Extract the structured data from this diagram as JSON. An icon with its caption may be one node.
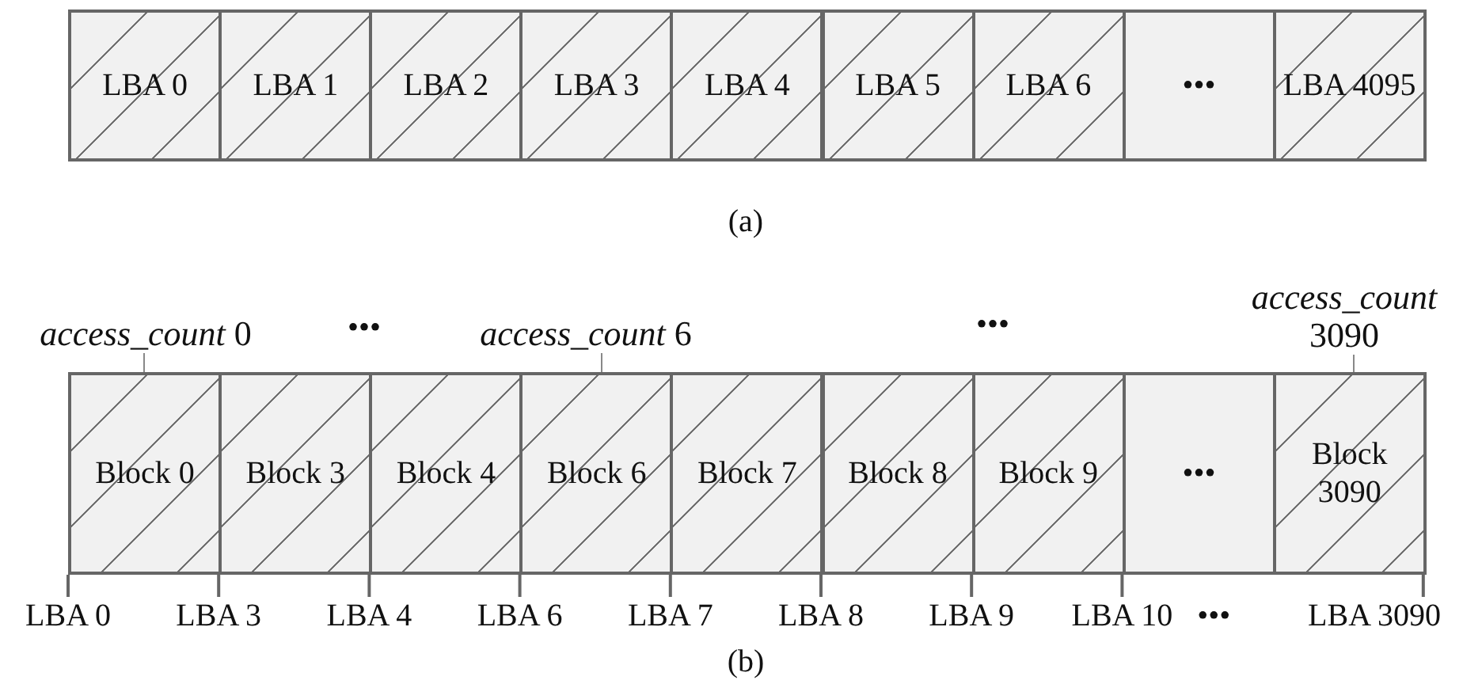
{
  "diagram": {
    "nodes": [
      {
        "text": [
          "LBA 0"
        ]
      },
      {
        "text": [
          "LBA 1"
        ]
      },
      {
        "text": [
          "LBA 2"
        ]
      },
      {
        "text": [
          "LBA 3"
        ]
      },
      {
        "text": [
          "LBA 4"
        ]
      },
      {
        "text": [
          "LBA 5"
        ]
      },
      {
        "text": [
          "LBA 6"
        ]
      },
      {
        "text": [
          "•••"
        ]
      },
      {
        "text": [
          "LBA 4095"
        ]
      },
      {
        "text": [
          "*access_count* 0"
        ]
      },
      {
        "text": [
          "*access_count* 6"
        ]
      },
      {
        "text": [
          "*access_count* 3090"
        ]
      },
      {
        "text": [
          "Block 0"
        ]
      },
      {
        "text": [
          "Block 3"
        ]
      },
      {
        "text": [
          "Block 4"
        ]
      },
      {
        "text": [
          "Block 6"
        ]
      },
      {
        "text": [
          "Block 7"
        ]
      },
      {
        "text": [
          "Block 8"
        ]
      },
      {
        "text": [
          "Block 9"
        ]
      },
      {
        "text": [
          "•••"
        ]
      },
      {
        "text": [
          "Block 3090"
        ]
      },
      {
        "text": [
          "LBA 0"
        ]
      },
      {
        "text": [
          "LBA 3"
        ]
      },
      {
        "text": [
          "LBA 4"
        ]
      },
      {
        "text": [
          "LBA 6"
        ]
      },
      {
        "text": [
          "LBA 7"
        ]
      },
      {
        "text": [
          "LBA 8"
        ]
      },
      {
        "text": [
          "LBA 9"
        ]
      },
      {
        "text": [
          "LBA 10"
        ]
      },
      {
        "text": [
          "LBA 3090"
        ]
      }
    ],
    "edges": [
      {
        "from": 9,
        "to": 12,
        "arrow": "none"
      },
      {
        "from": 10,
        "to": 15,
        "arrow": "none"
      },
      {
        "from": 11,
        "to": 20,
        "arrow": "none"
      },
      {
        "from": 21,
        "to": 12,
        "arrow": "none"
      },
      {
        "from": 22,
        "to": 13,
        "arrow": "none"
      },
      {
        "from": 23,
        "to": 14,
        "arrow": "none"
      },
      {
        "from": 24,
        "to": 15,
        "arrow": "none"
      },
      {
        "from": 25,
        "to": 16,
        "arrow": "none"
      },
      {
        "from": 26,
        "to": 17,
        "arrow": "none"
      },
      {
        "from": 27,
        "to": 18,
        "arrow": "none"
      },
      {
        "from": 28,
        "to": 19,
        "arrow": "none"
      },
      {
        "from": 29,
        "to": 20,
        "arrow": "none"
      }
    ],
    "labels": [
      "(a)",
      "•••",
      "•••",
      "•••",
      "(b)"
    ]
  }
}
